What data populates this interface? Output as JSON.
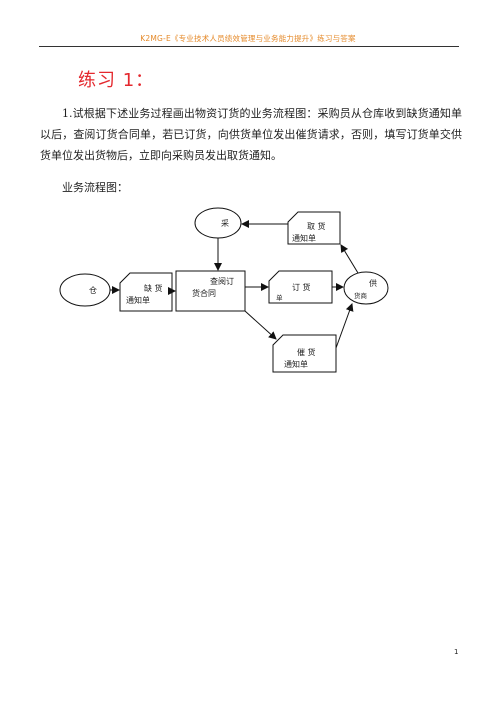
{
  "header": {
    "text": "K2MG-E《专业技术人员绩效管理与业务能力提升》练习与答案"
  },
  "exercise": {
    "title": "练习 1：",
    "question": "1.试根据下述业务过程画出物资订货的业务流程图：采购员从仓库收到缺货通知单以后，查阅订货合同单，若已订货，向供货单位发出催货请求，否则，填写订货单交供货单位发出货物后，立即向采购员发出取货通知。",
    "flowchart_label": "业务流程图："
  },
  "diagram": {
    "warehouse": "仓",
    "buyer": "采",
    "supplier_line1": "供",
    "supplier_line2": "货商",
    "shortage_line1": "缺 货",
    "shortage_line2": "通知单",
    "check_line1": "查阅订",
    "check_line2": "货合同",
    "order_line1": "订 货",
    "order_line2": "单",
    "pickup_line1": "取 货",
    "pickup_line2": "通知单",
    "urge_line1": "催 货",
    "urge_line2": "通知单"
  },
  "footer": {
    "page_number": "1"
  }
}
